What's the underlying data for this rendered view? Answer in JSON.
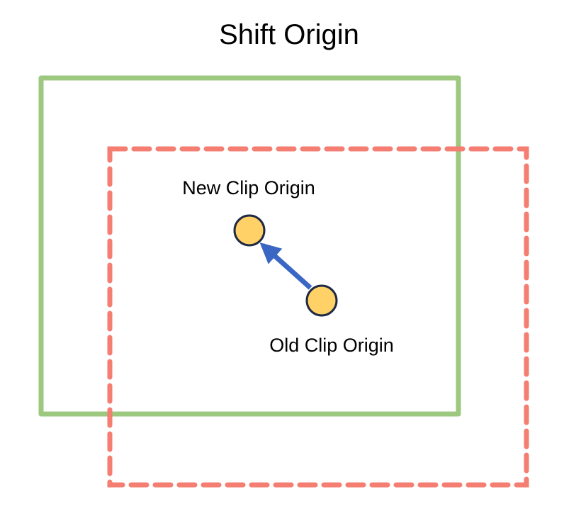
{
  "title": "Shift Origin",
  "labels": {
    "new_origin": "New Clip Origin",
    "old_origin": "Old Clip Origin"
  },
  "colors": {
    "original_clip": "#9dc87f",
    "shifted_clip": "#f47e72",
    "origin_fill": "#ffd166",
    "origin_stroke": "#1f2a44",
    "arrow": "#3a66c4"
  }
}
